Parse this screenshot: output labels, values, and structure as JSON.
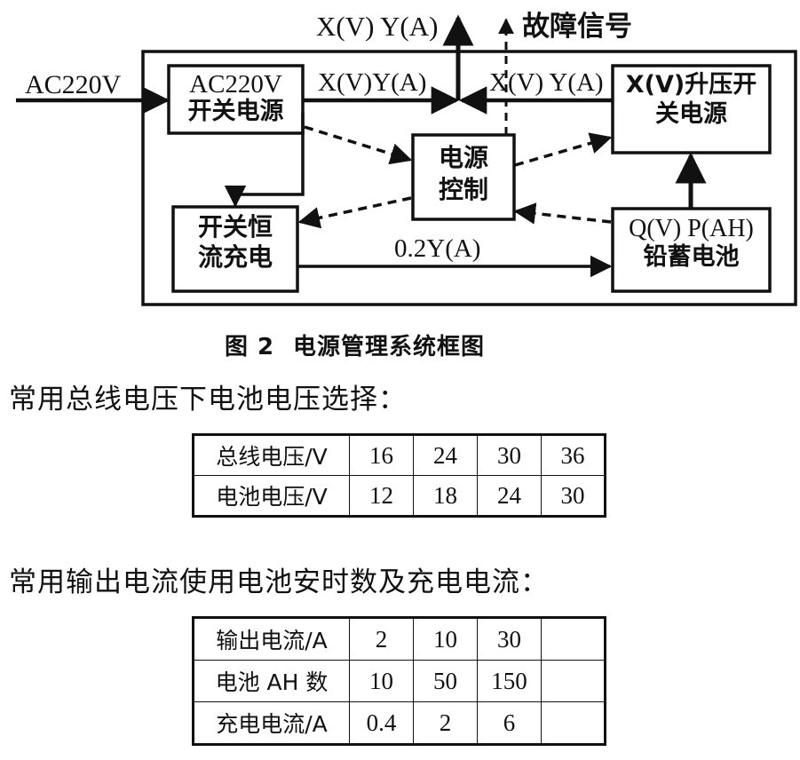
{
  "figure": {
    "caption_number": "图 2",
    "caption_title": "电源管理系统框图",
    "input_label": "AC220V",
    "output_bus_label": "X(V) Y(A)",
    "fault_signal_label": "故障信号",
    "left_bus_label": "X(V)Y(A)",
    "right_bus_label": "X(V) Y(A)",
    "charge_current_label": "0.2Y(A)",
    "boxes": {
      "psu": {
        "line1": "AC220V",
        "line2": "开关电源"
      },
      "controller": {
        "line1": "电源",
        "line2": "控制"
      },
      "boost": {
        "line1": "X(V)升压开",
        "line2": "关电源"
      },
      "charger": {
        "line1": "开关恒",
        "line2": "流充电"
      },
      "battery": {
        "line1": "Q(V) P(AH)",
        "line2": "铅蓄电池"
      }
    }
  },
  "section1": {
    "heading": "常用总线电压下电池电压选择：",
    "table": {
      "rows": [
        {
          "head": "总线电压/V",
          "cells": [
            "16",
            "24",
            "30",
            "36"
          ]
        },
        {
          "head": "电池电压/V",
          "cells": [
            "12",
            "18",
            "24",
            "30"
          ]
        }
      ]
    }
  },
  "section2": {
    "heading": "常用输出电流使用电池安时数及充电电流：",
    "table": {
      "rows": [
        {
          "head": "输出电流/A",
          "cells": [
            "2",
            "10",
            "30",
            ""
          ]
        },
        {
          "head": "电池 AH 数",
          "cells": [
            "10",
            "50",
            "150",
            ""
          ]
        },
        {
          "head": "充电电流/A",
          "cells": [
            "0.4",
            "2",
            "6",
            ""
          ]
        }
      ]
    }
  },
  "colors": {
    "ink": "#111111",
    "paper": "#ffffff"
  }
}
